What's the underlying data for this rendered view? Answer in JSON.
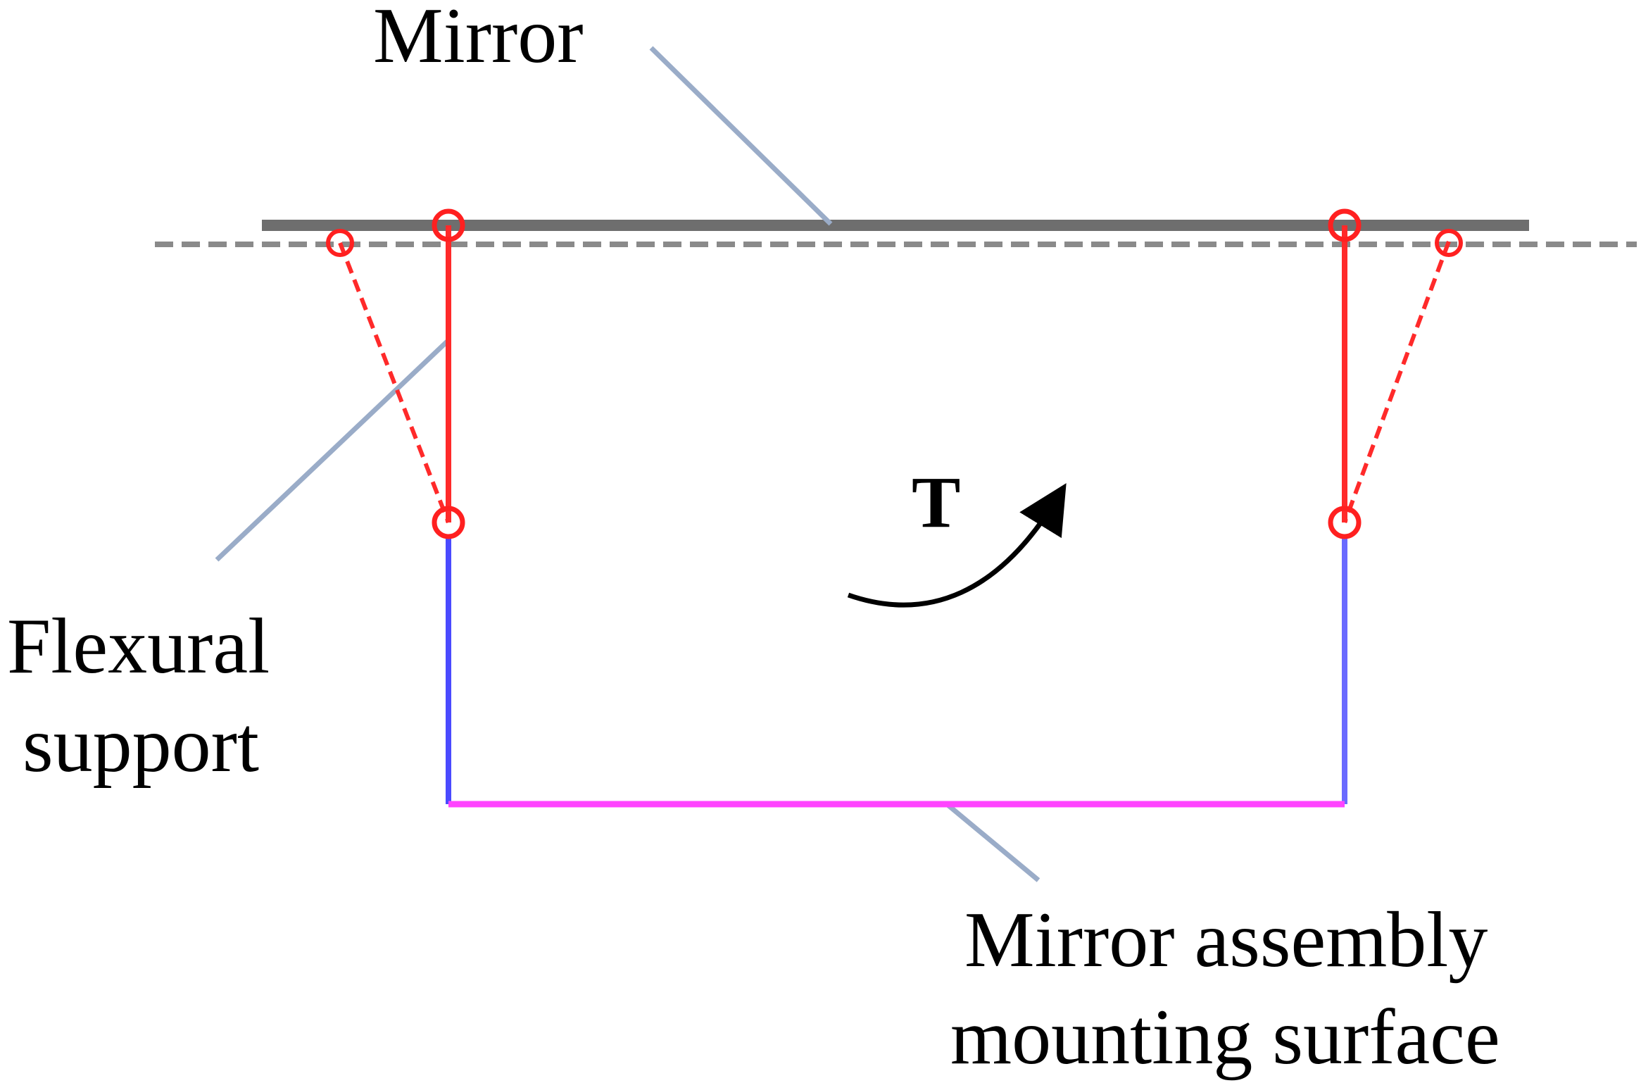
{
  "labels": {
    "mirror": "Mirror",
    "flexural_line1": "Flexural",
    "flexural_line2": "support",
    "mounting_line1": "Mirror assembly",
    "mounting_line2": "mounting surface",
    "torque": "T"
  },
  "colors": {
    "mirror": "#6e6e6e",
    "dashed_reference": "#8a8a8a",
    "flexure": "#ff2a2a",
    "joint": "#ff2020",
    "side_wall": "#4a4aff",
    "mounting_surface": "#ff44ff",
    "leader": "#9aacc8",
    "torque_arrow": "#000000"
  }
}
